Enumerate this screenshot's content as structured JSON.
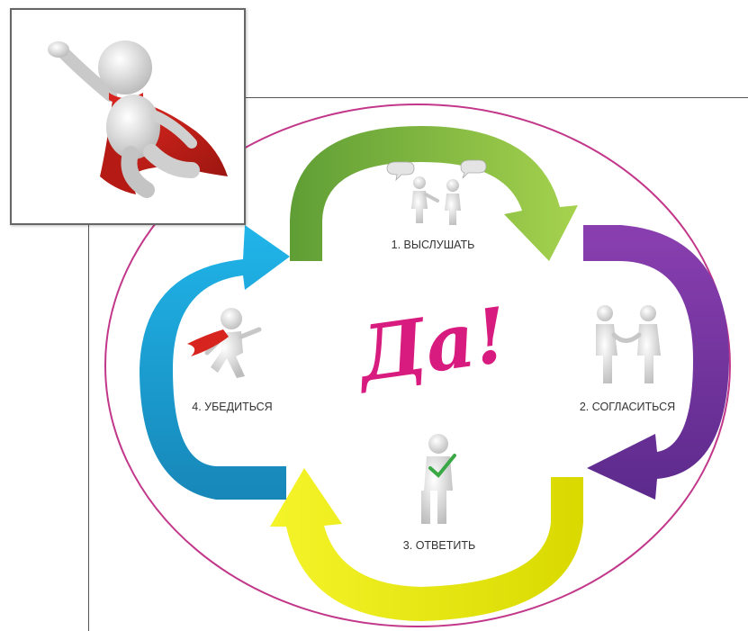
{
  "diagram": {
    "center_word": "Да!",
    "steps": [
      {
        "label": "1. ВЫСЛУШАТЬ",
        "arrow_color": "#86c440",
        "icon": "two-people-talking-icon"
      },
      {
        "label": "2. СОГЛАСИТЬСЯ",
        "arrow_color": "#6a2f9a",
        "icon": "handshake-icon"
      },
      {
        "label": "3. ОТВЕТИТЬ",
        "arrow_color": "#e3e600",
        "icon": "figure-with-checkmark-icon"
      },
      {
        "label": "4. УБЕДИТЬСЯ",
        "arrow_color": "#1aa3dd",
        "icon": "running-figure-icon"
      }
    ],
    "ellipse_color": "#c2378a",
    "center_color": "#d81b7e"
  },
  "inset": {
    "icon": "superhero-figure-icon"
  }
}
